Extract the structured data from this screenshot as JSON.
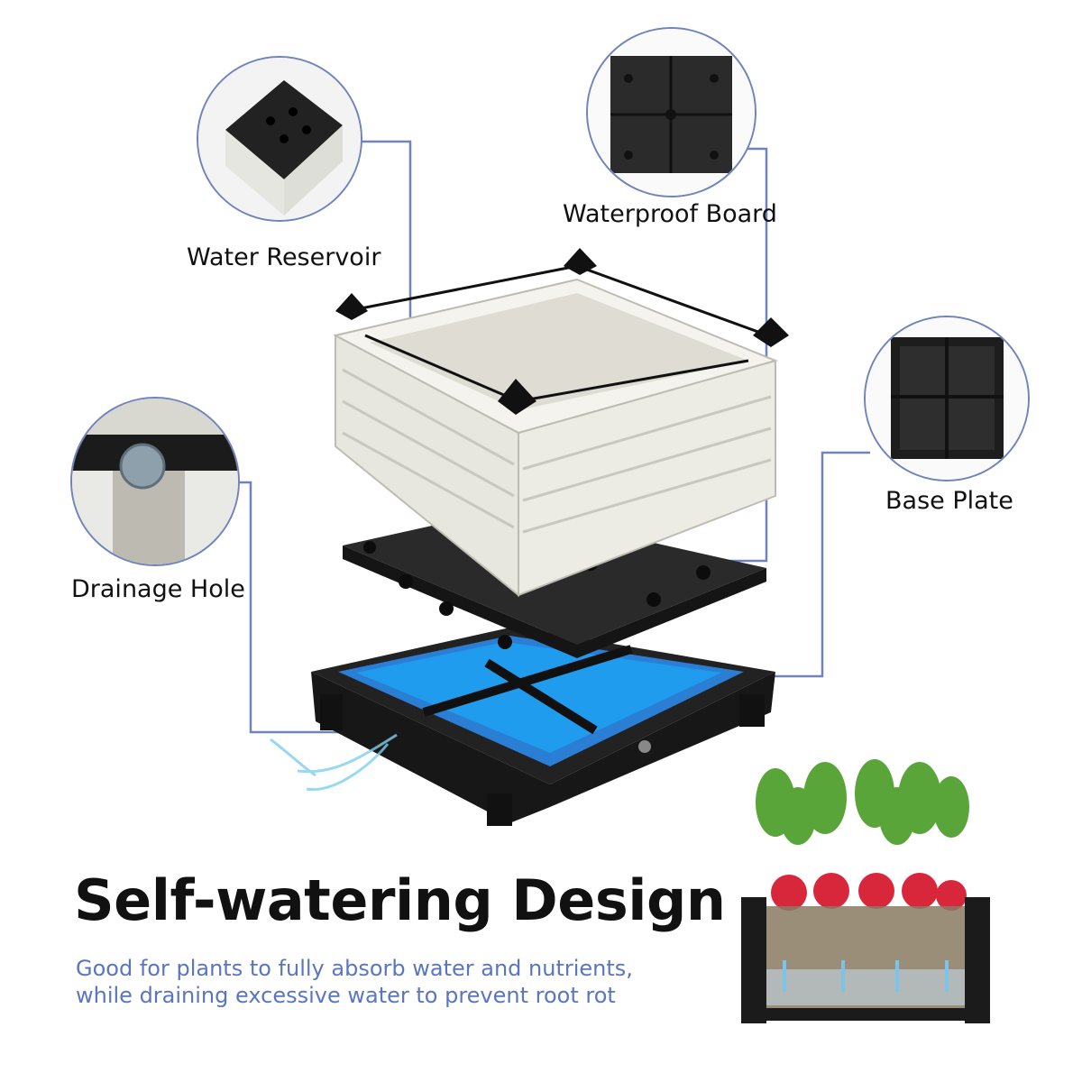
{
  "callouts": {
    "water_reservoir": "Water Reservoir",
    "waterproof_board": "Waterproof Board",
    "base_plate": "Base Plate",
    "drainage_hole": "Drainage Hole"
  },
  "headline": "Self-watering Design",
  "subtext": {
    "line1": "Good for plants to fully absorb water and nutrients,",
    "line2": "while draining excessive water to prevent root rot"
  },
  "colors": {
    "accent": "#6f83bd",
    "subtext": "#5a76c3",
    "water": "#1f8fe0",
    "plastic_black": "#1e1e1e",
    "wicker_white": "#ecebe4"
  }
}
